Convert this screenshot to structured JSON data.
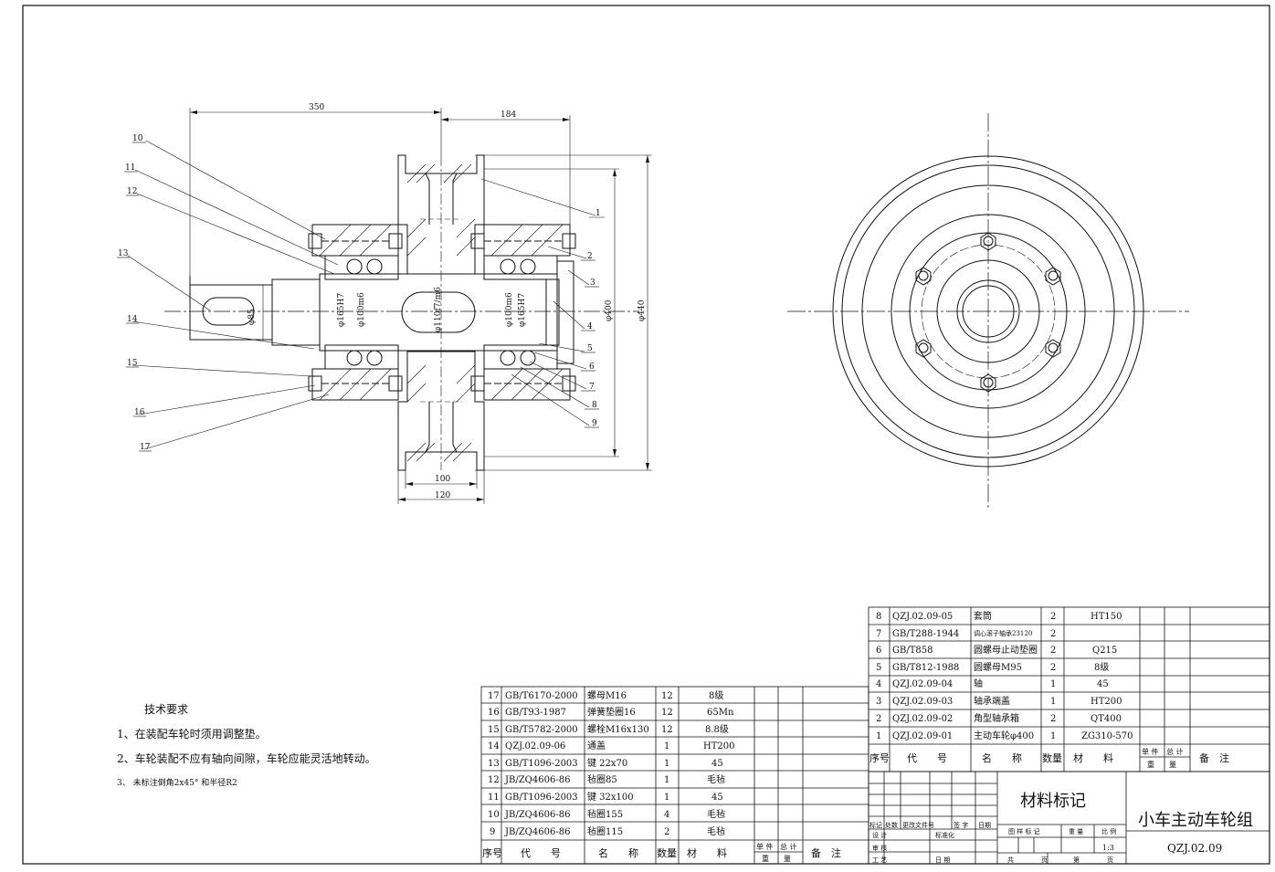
{
  "dimensions": {
    "d350": "350",
    "d184": "184",
    "d100": "100",
    "d120": "120",
    "d400": "φ400",
    "d440": "φ440",
    "d110": "φ110f7/m6",
    "d100m6a": "φ100m6",
    "d165h7a": "φ165H7",
    "d100m6b": "φ100m6",
    "d165h7b": "φ165H7",
    "d85": "φ85"
  },
  "callouts": [
    "1",
    "2",
    "3",
    "4",
    "5",
    "6",
    "7",
    "8",
    "9",
    "10",
    "11",
    "12",
    "13",
    "14",
    "15",
    "16",
    "17"
  ],
  "tech": {
    "title": "技术要求",
    "items": [
      "1、在装配车轮时须用调整垫。",
      "2、车轮装配不应有轴向间隙，车轮应能灵活地转动。",
      "3、 未标注倒角2x45° 和半径R2"
    ]
  },
  "bom_left": {
    "rows": [
      {
        "no": "17",
        "code": "GB/T6170-2000",
        "name": "螺母M16",
        "qty": "12",
        "mat": "8级"
      },
      {
        "no": "16",
        "code": "GB/T93-1987",
        "name": "弹簧垫圈16",
        "qty": "12",
        "mat": "65Mn"
      },
      {
        "no": "15",
        "code": "GB/T5782-2000",
        "name": "螺栓M16x130",
        "qty": "12",
        "mat": "8.8级"
      },
      {
        "no": "14",
        "code": "QZJ.02.09-06",
        "name": "通盖",
        "qty": "1",
        "mat": "HT200"
      },
      {
        "no": "13",
        "code": "GB/T1096-2003",
        "name": "键 22x70",
        "qty": "1",
        "mat": "45"
      },
      {
        "no": "12",
        "code": "JB/ZQ4606-86",
        "name": "毡圈85",
        "qty": "1",
        "mat": "毛毡"
      },
      {
        "no": "11",
        "code": "GB/T1096-2003",
        "name": "键 32x100",
        "qty": "1",
        "mat": "45"
      },
      {
        "no": "10",
        "code": "JB/ZQ4606-86",
        "name": "毡圈155",
        "qty": "4",
        "mat": "毛毡"
      },
      {
        "no": "9",
        "code": "JB/ZQ4606-86",
        "name": "毡圈115",
        "qty": "2",
        "mat": "毛毡"
      }
    ],
    "header": {
      "no": "序号",
      "code": "代　　号",
      "name": "名　　称",
      "qty": "数量",
      "mat": "材　　料",
      "unit": "单 件",
      "total": "总 计",
      "weight": "重　　量",
      "note": "备　注"
    }
  },
  "bom_right": {
    "rows": [
      {
        "no": "8",
        "code": "QZJ.02.09-05",
        "name": "套筒",
        "qty": "2",
        "mat": "HT150"
      },
      {
        "no": "7",
        "code": "GB/T288-1944",
        "name": "调心滚子轴承23120",
        "qty": "2",
        "mat": ""
      },
      {
        "no": "6",
        "code": "GB/T858",
        "name": "圆螺母止动垫圈",
        "qty": "2",
        "mat": "Q215"
      },
      {
        "no": "5",
        "code": "GB/T812-1988",
        "name": "圆螺母M95",
        "qty": "2",
        "mat": "8级"
      },
      {
        "no": "4",
        "code": "QZJ.02.09-04",
        "name": "轴",
        "qty": "1",
        "mat": "45"
      },
      {
        "no": "3",
        "code": "QZJ.02.09-03",
        "name": "轴承端盖",
        "qty": "1",
        "mat": "HT200"
      },
      {
        "no": "2",
        "code": "QZJ.02.09-02",
        "name": "角型轴承箱",
        "qty": "2",
        "mat": "QT400"
      },
      {
        "no": "1",
        "code": "QZJ.02.09-01",
        "name": "主动车轮φ400",
        "qty": "1",
        "mat": "ZG310-570"
      }
    ],
    "header": {
      "no": "序号",
      "code": "代　　号",
      "name": "名　　称",
      "qty": "数量",
      "mat": "材　　料",
      "unit": "单 件",
      "total": "总 计",
      "weight": "重　　量",
      "note": "备　注"
    }
  },
  "title_block": {
    "material_mark": "材料标记",
    "drawing_name": "小车主动车轮组",
    "drawing_no": "QZJ.02.09",
    "scale": "1:3",
    "labels": {
      "mark": "标记",
      "count": "处数",
      "change_doc": "更改文件号",
      "sign": "签 字",
      "date": "日期",
      "design": "设 计",
      "standard": "标准化",
      "review": "审 核",
      "process": "工 艺",
      "date2": "日 期",
      "stage": "图 样 标 记",
      "weight": "重 量",
      "scale": "比 例",
      "total_sheets": "共",
      "sheet_unit": "页",
      "sheet_no": "第",
      "sheet_unit2": "页"
    }
  }
}
